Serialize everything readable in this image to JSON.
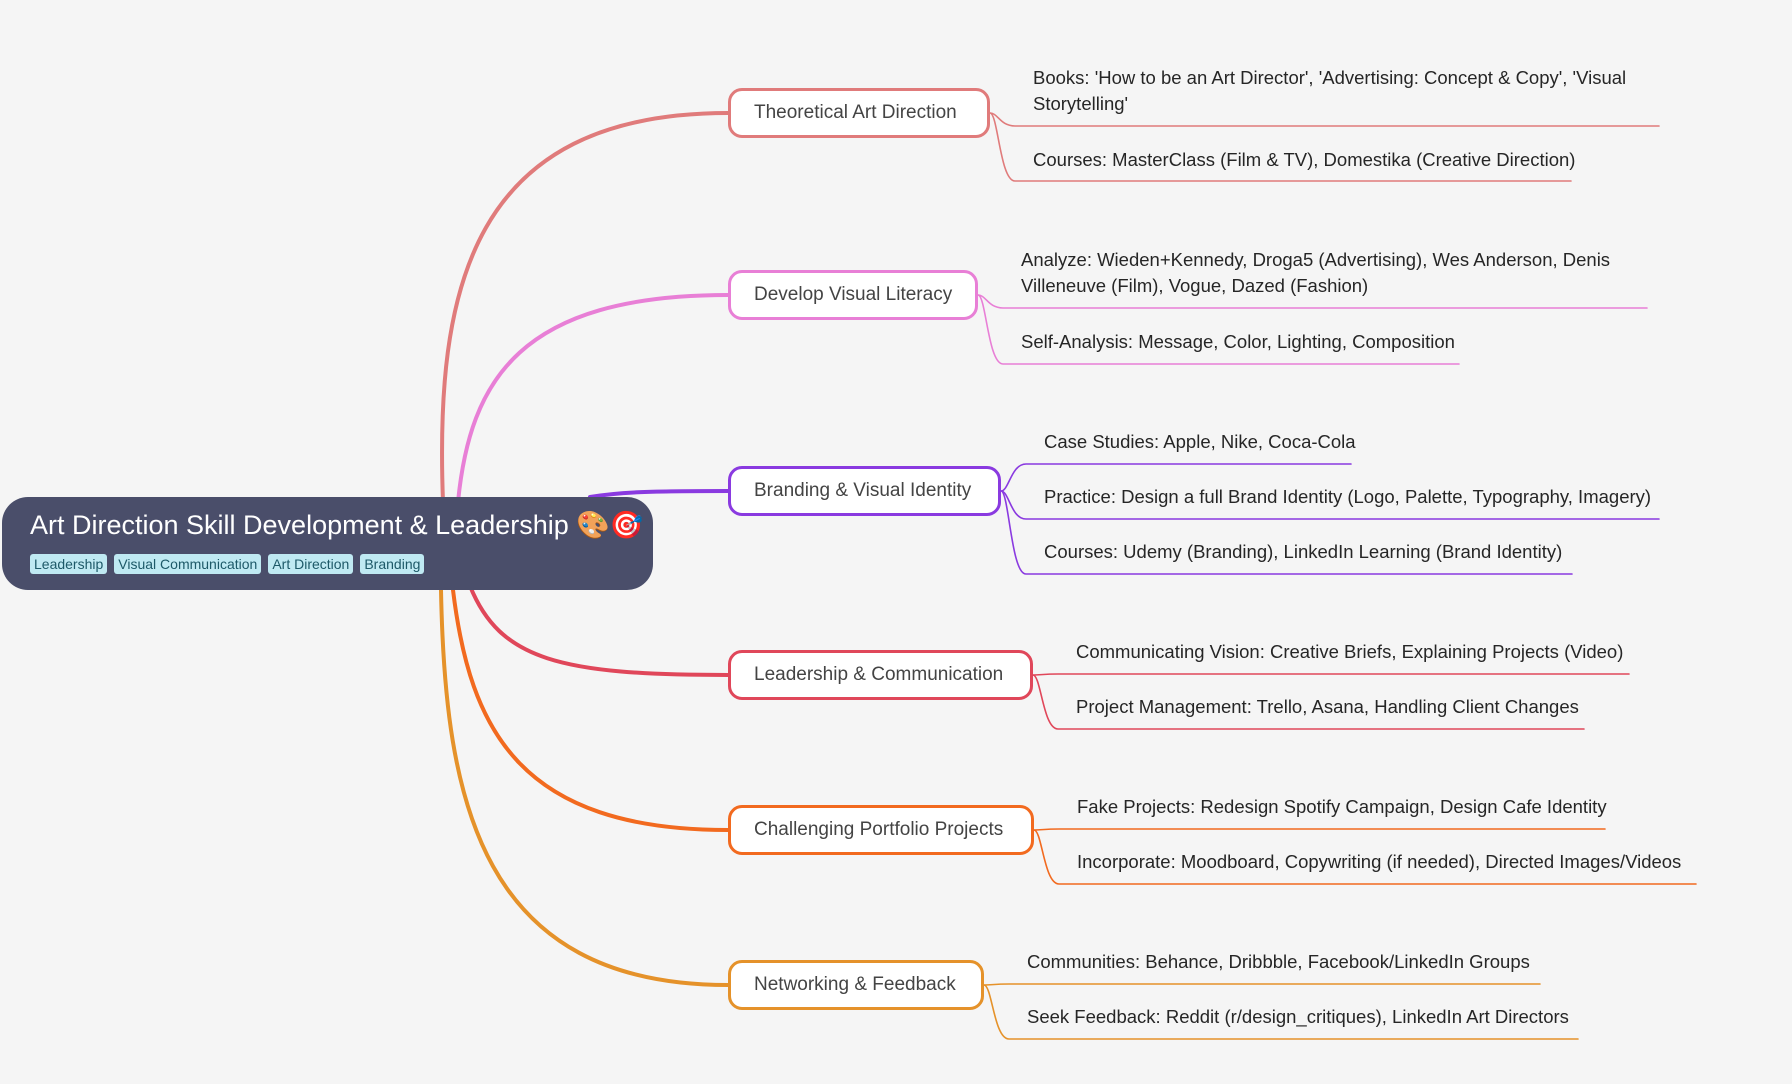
{
  "root": {
    "title": "Art Direction Skill Development & Leadership 🎨🎯",
    "tags": [
      "Leadership",
      "Visual Communication",
      "Art Direction",
      "Branding"
    ]
  },
  "branches": [
    {
      "label": "Theoretical Art Direction",
      "color": "#e07b7b",
      "leaves": [
        "Books: 'How to be an Art Director', 'Advertising: Concept & Copy', 'Visual Storytelling'",
        "Courses: MasterClass (Film & TV), Domestika (Creative Direction)"
      ]
    },
    {
      "label": "Develop Visual Literacy",
      "color": "#e87fd6",
      "leaves": [
        "Analyze: Wieden+Kennedy, Droga5 (Advertising), Wes Anderson, Denis Villeneuve (Film), Vogue, Dazed (Fashion)",
        "Self-Analysis: Message, Color, Lighting, Composition"
      ]
    },
    {
      "label": "Branding & Visual Identity",
      "color": "#8a3ae0",
      "leaves": [
        "Case Studies: Apple, Nike, Coca-Cola",
        "Practice: Design a full Brand Identity (Logo, Palette, Typography, Imagery)",
        "Courses: Udemy (Branding), LinkedIn Learning (Brand Identity)"
      ]
    },
    {
      "label": "Leadership & Communication",
      "color": "#e0475a",
      "leaves": [
        "Communicating Vision: Creative Briefs, Explaining Projects (Video)",
        "Project Management: Trello, Asana, Handling Client Changes"
      ]
    },
    {
      "label": "Challenging Portfolio Projects",
      "color": "#f26a1f",
      "leaves": [
        "Fake Projects: Redesign Spotify Campaign, Design Cafe Identity",
        "Incorporate: Moodboard, Copywriting (if needed), Directed Images/Videos"
      ]
    },
    {
      "label": "Networking & Feedback",
      "color": "#e5922a",
      "leaves": [
        "Communities: Behance, Dribbble, Facebook/LinkedIn Groups",
        "Seek Feedback: Reddit (r/design_critiques), LinkedIn Art Directors"
      ]
    }
  ]
}
